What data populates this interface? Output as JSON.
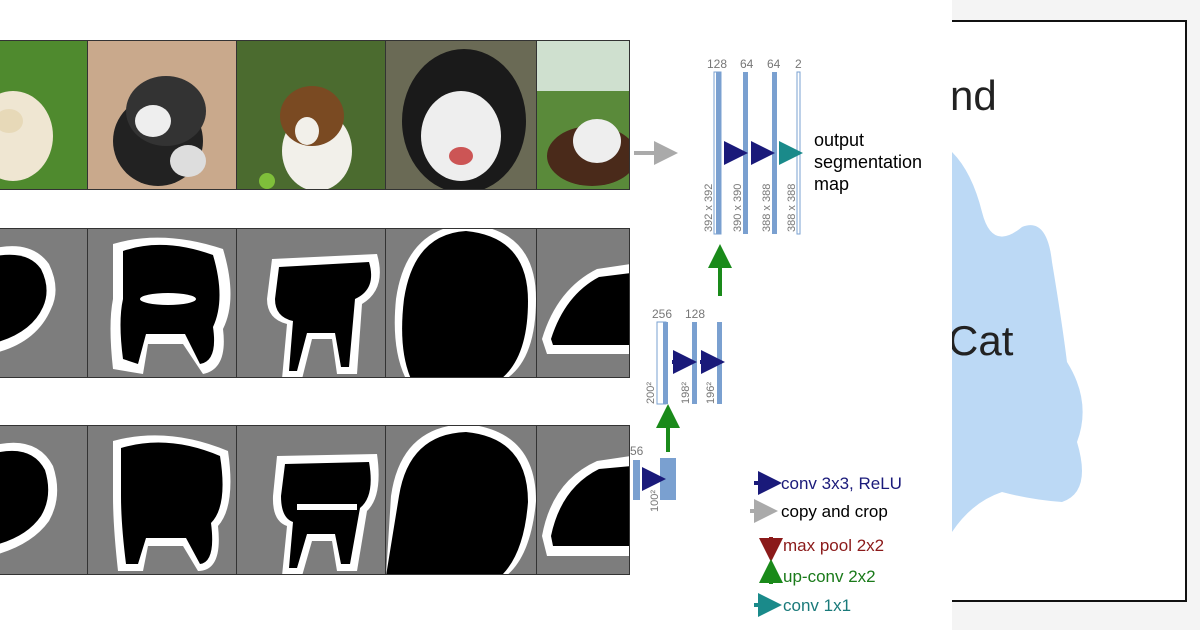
{
  "unet": {
    "top_block": {
      "channels": [
        "128",
        "64",
        "64",
        "2"
      ],
      "dims": [
        "392 x 392",
        "390 x 390",
        "388 x 388",
        "388 x 388"
      ]
    },
    "mid_block": {
      "channels": [
        "256",
        "128"
      ],
      "dims": [
        "200²",
        "198²",
        "196²"
      ]
    },
    "low_block": {
      "channels": [
        "56"
      ],
      "dims": [
        "100²"
      ]
    },
    "output_label": [
      "output",
      "segmentation",
      "map"
    ]
  },
  "legend": [
    {
      "label": "conv 3x3, ReLU",
      "color": "#1a1a7a",
      "direction": "right"
    },
    {
      "label": "copy and crop",
      "color": "#000000",
      "arrow_color": "#aaaaaa",
      "direction": "right"
    },
    {
      "label": "max pool 2x2",
      "color": "#8b1a1a",
      "direction": "down"
    },
    {
      "label": "up-conv 2x2",
      "color": "#1a7a1a",
      "direction": "up"
    },
    {
      "label": "conv 1x1",
      "color": "#1a7a7a",
      "direction": "right"
    }
  ],
  "right_panel": {
    "word_top": "nd",
    "word_mid": "Cat"
  },
  "colors": {
    "layer_fill": "#7aa0d0",
    "conv_arrow": "#1a1a7a",
    "upconv_arrow": "#1a8a1a",
    "copy_arrow": "#aaaaaa",
    "conv1x1_arrow": "#1a8a8a",
    "blob": "#bcd9f5"
  }
}
